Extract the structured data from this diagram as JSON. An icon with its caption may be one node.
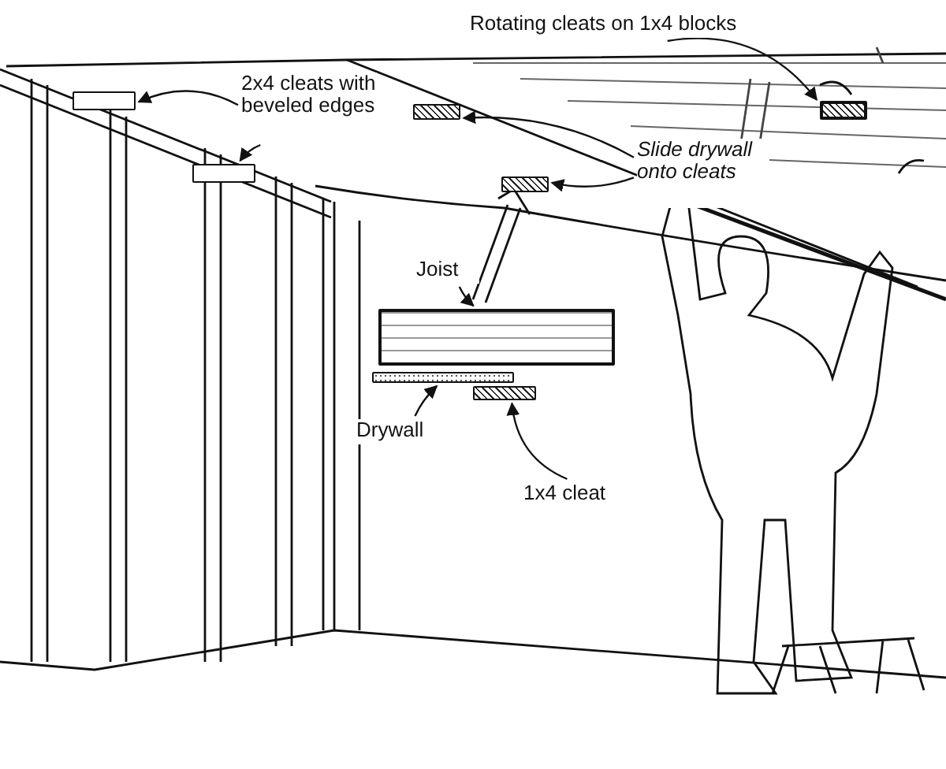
{
  "diagram": {
    "nodes": [
      {
        "text": [
          "2x4 cleats with beveled edges"
        ]
      },
      {
        "text": [],
        "shape": "bar"
      },
      {
        "text": [],
        "shape": "bar"
      },
      {
        "text": [
          "Rotating cleats on 1x4 blocks"
        ]
      },
      {
        "text": [],
        "shape": "box"
      },
      {
        "text": [
          "Slide drywall onto cleats"
        ]
      },
      {
        "text": [],
        "shape": "bar"
      },
      {
        "text": [],
        "shape": "bar"
      },
      {
        "text": [
          "Joist"
        ]
      },
      {
        "text": [],
        "shape": "box"
      },
      {
        "text": [
          "Drywall"
        ]
      },
      {
        "text": [],
        "shape": "bar"
      },
      {
        "text": [
          "1x4 cleat"
        ]
      },
      {
        "text": [],
        "shape": "bar"
      }
    ],
    "edges": [
      {
        "from": 0,
        "to": 1,
        "arrow": "to"
      },
      {
        "from": 0,
        "to": 2,
        "arrow": "to"
      },
      {
        "from": 3,
        "to": 4,
        "arrow": "to"
      },
      {
        "from": 5,
        "to": 6,
        "arrow": "to"
      },
      {
        "from": 5,
        "to": 7,
        "arrow": "to"
      },
      {
        "from": 8,
        "to": 9,
        "arrow": "to"
      },
      {
        "from": 10,
        "to": 11,
        "arrow": "to"
      },
      {
        "from": 12,
        "to": 13,
        "arrow": "to"
      }
    ]
  }
}
